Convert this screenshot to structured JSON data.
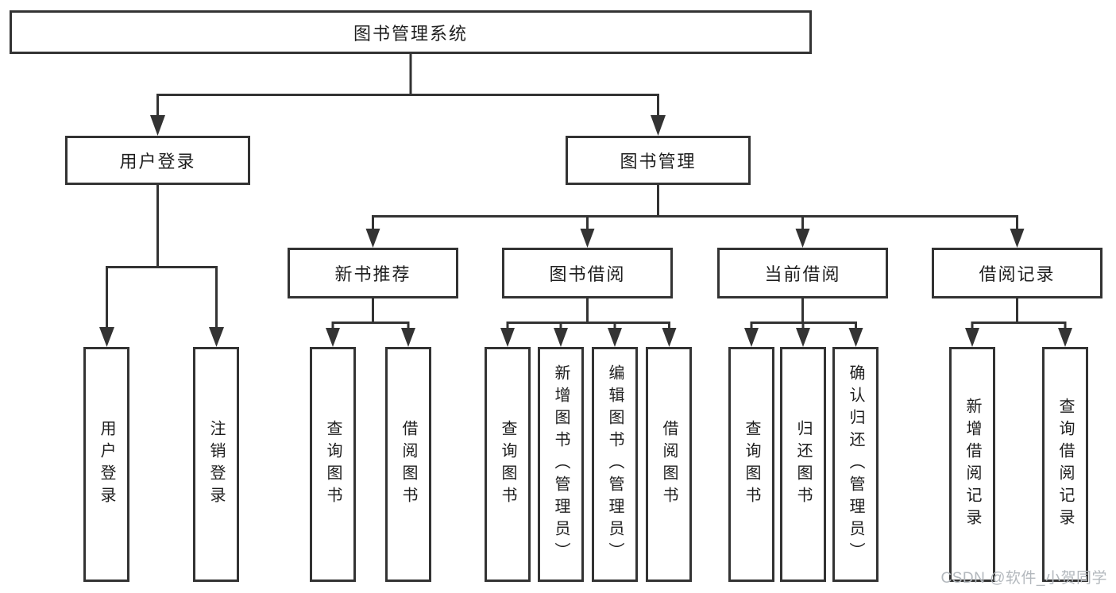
{
  "diagram": {
    "colors": {
      "line": "#333333",
      "box_border": "#333333",
      "text": "#1e1e1e",
      "background": "#ffffff",
      "watermark": "#b3b8bd"
    },
    "root": {
      "label": "图书管理系统"
    },
    "level2": [
      {
        "label": "用户登录"
      },
      {
        "label": "图书管理"
      }
    ],
    "level3": [
      {
        "label": "新书推荐"
      },
      {
        "label": "图书借阅"
      },
      {
        "label": "当前借阅"
      },
      {
        "label": "借阅记录"
      }
    ],
    "leaves": {
      "login": [
        {
          "label": "用户登录"
        },
        {
          "label": "注销登录"
        }
      ],
      "recommend": [
        {
          "label": "查询图书"
        },
        {
          "label": "借阅图书"
        }
      ],
      "borrow": [
        {
          "label": "查询图书"
        },
        {
          "label": "新增图书（管理员）"
        },
        {
          "label": "编辑图书（管理员）"
        },
        {
          "label": "借阅图书"
        }
      ],
      "current": [
        {
          "label": "查询图书"
        },
        {
          "label": "归还图书"
        },
        {
          "label": "确认归还（管理员）"
        }
      ],
      "records": [
        {
          "label": "新增借阅记录"
        },
        {
          "label": "查询借阅记录"
        }
      ]
    },
    "watermark": "CSDN @软件_小贺同学"
  }
}
